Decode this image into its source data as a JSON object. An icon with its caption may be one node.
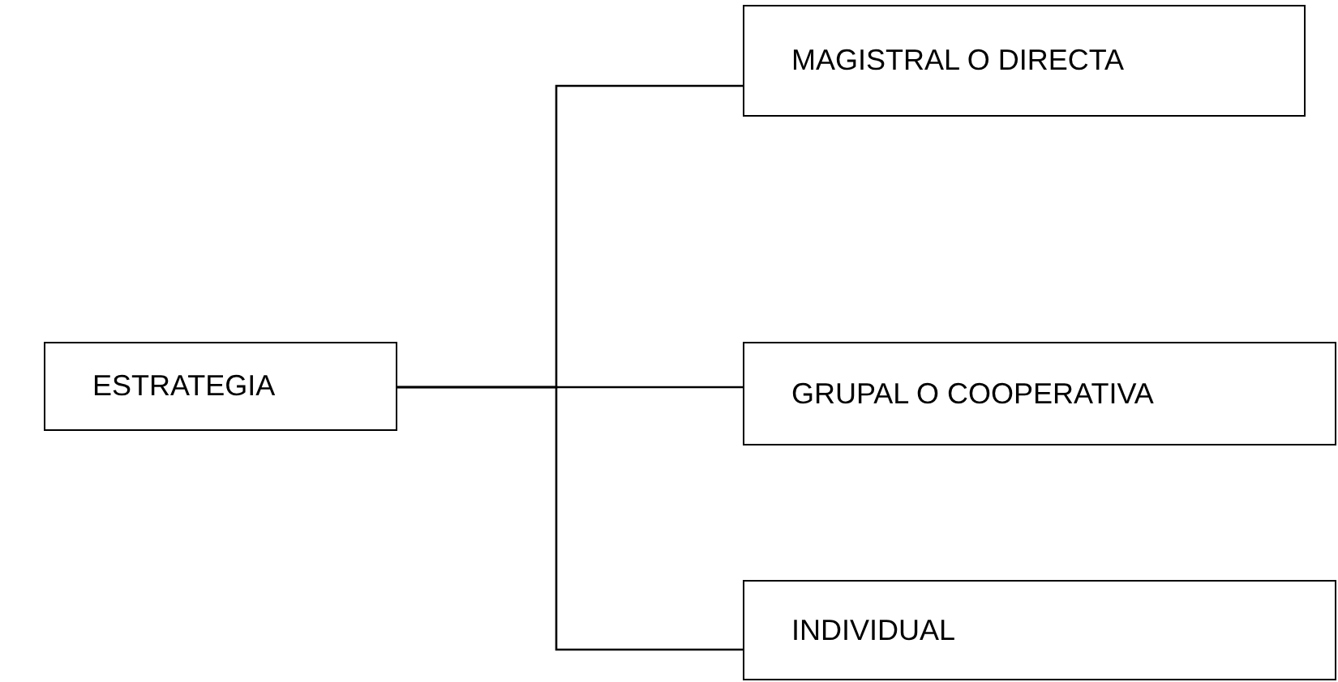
{
  "diagram": {
    "nodes": [
      {
        "text": [
          "ESTRATEGIA"
        ]
      },
      {
        "text": [
          "MAGISTRAL O DIRECTA"
        ]
      },
      {
        "text": [
          "GRUPAL O COOPERATIVA"
        ]
      },
      {
        "text": [
          "INDIVIDUAL"
        ]
      }
    ],
    "edges": [
      {
        "from": 0,
        "to": 1,
        "arrow": "none"
      },
      {
        "from": 0,
        "to": 2,
        "arrow": "none"
      },
      {
        "from": 0,
        "to": 3,
        "arrow": "none"
      }
    ]
  }
}
